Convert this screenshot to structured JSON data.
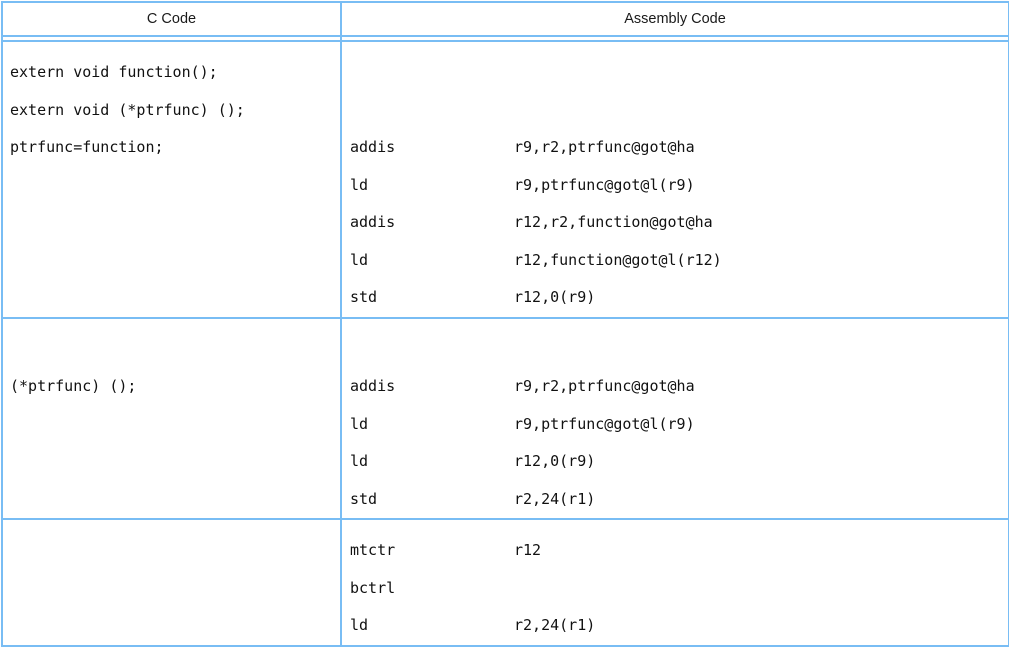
{
  "table": {
    "headers": {
      "c_code": "C Code",
      "assembly_code": "Assembly Code"
    },
    "border_color": "#79bdf4",
    "text_color": "#111111",
    "background": "#ffffff"
  },
  "rows": [
    {
      "c_lines": [
        "extern void function();",
        "extern void (*ptrfunc) ();",
        "ptrfunc=function;",
        "",
        "",
        "",
        ""
      ],
      "asm_lines": [
        {
          "mnemonic": "",
          "operands": ""
        },
        {
          "mnemonic": "",
          "operands": ""
        },
        {
          "mnemonic": "addis",
          "operands": "r9,r2,ptrfunc@got@ha"
        },
        {
          "mnemonic": "ld",
          "operands": "r9,ptrfunc@got@l(r9)"
        },
        {
          "mnemonic": "addis",
          "operands": "r12,r2,function@got@ha"
        },
        {
          "mnemonic": "ld",
          "operands": "r12,function@got@l(r12)"
        },
        {
          "mnemonic": "std",
          "operands": "r12,0(r9)"
        }
      ]
    },
    {
      "c_lines": [
        "",
        "(*ptrfunc) ();",
        "",
        "",
        ""
      ],
      "asm_lines": [
        {
          "mnemonic": "",
          "operands": ""
        },
        {
          "mnemonic": "addis",
          "operands": "r9,r2,ptrfunc@got@ha"
        },
        {
          "mnemonic": "ld",
          "operands": "r9,ptrfunc@got@l(r9)"
        },
        {
          "mnemonic": "ld",
          "operands": "r12,0(r9)"
        },
        {
          "mnemonic": "std",
          "operands": "r2,24(r1)"
        }
      ]
    },
    {
      "c_lines": [
        "",
        "",
        ""
      ],
      "asm_lines": [
        {
          "mnemonic": "mtctr",
          "operands": "r12"
        },
        {
          "mnemonic": "bctrl",
          "operands": ""
        },
        {
          "mnemonic": "ld",
          "operands": "r2,24(r1)"
        }
      ]
    }
  ]
}
